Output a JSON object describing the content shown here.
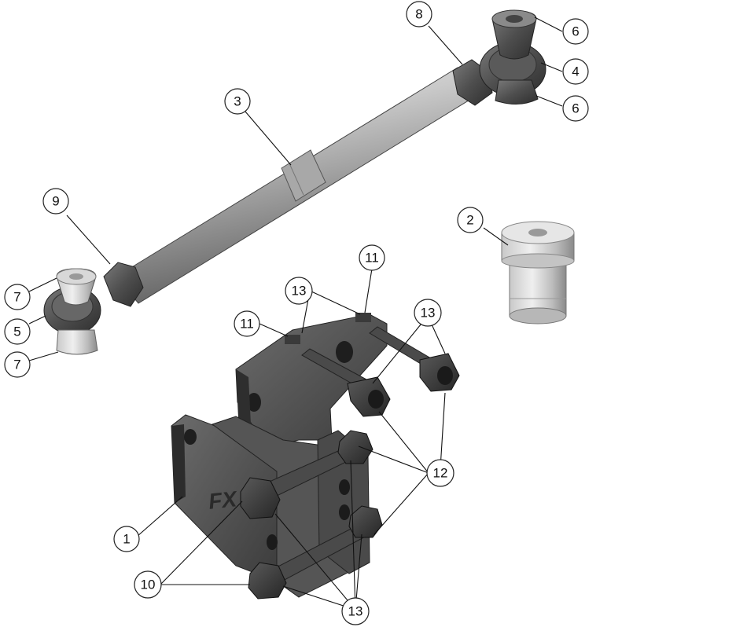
{
  "diagram": {
    "callouts": [
      {
        "id": "c1",
        "label": "1"
      },
      {
        "id": "c2",
        "label": "2"
      },
      {
        "id": "c3",
        "label": "3"
      },
      {
        "id": "c4",
        "label": "4"
      },
      {
        "id": "c5",
        "label": "5"
      },
      {
        "id": "c6a",
        "label": "6"
      },
      {
        "id": "c6b",
        "label": "6"
      },
      {
        "id": "c7a",
        "label": "7"
      },
      {
        "id": "c7b",
        "label": "7"
      },
      {
        "id": "c8",
        "label": "8"
      },
      {
        "id": "c9",
        "label": "9"
      },
      {
        "id": "c10",
        "label": "10"
      },
      {
        "id": "c11a",
        "label": "11"
      },
      {
        "id": "c11b",
        "label": "11"
      },
      {
        "id": "c12",
        "label": "12"
      },
      {
        "id": "c13a",
        "label": "13"
      },
      {
        "id": "c13b",
        "label": "13"
      },
      {
        "id": "c13c",
        "label": "13"
      }
    ],
    "logo_text": "FX"
  }
}
